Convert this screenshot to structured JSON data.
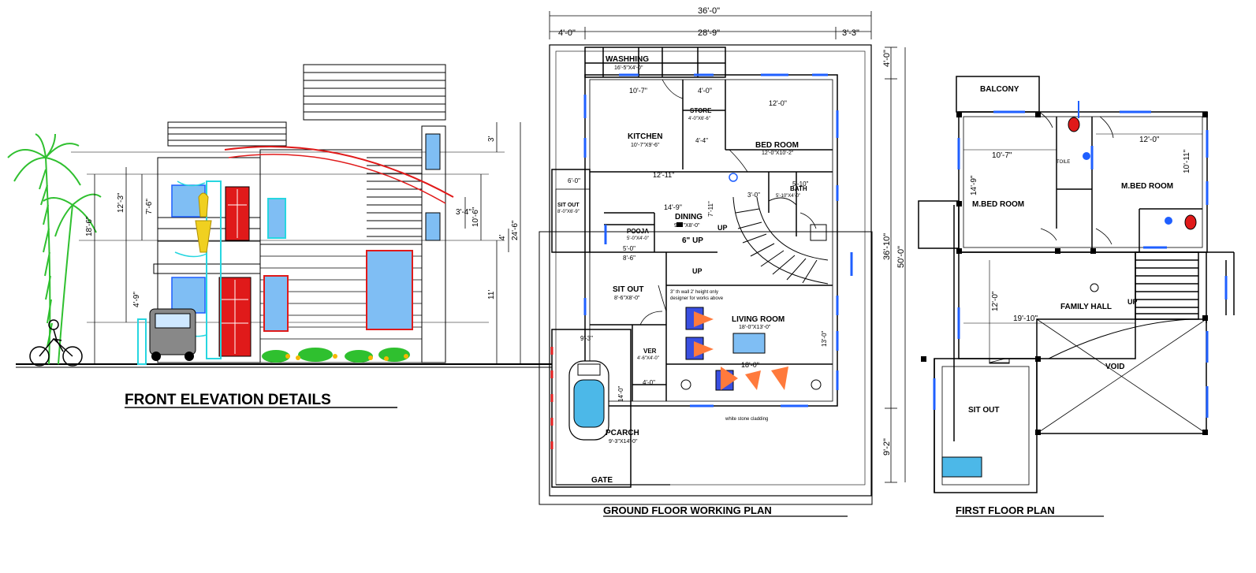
{
  "titles": {
    "elevation": "FRONT ELEVATION DETAILS",
    "ground": "GROUND FLOOR WORKING  PLAN",
    "first": "FIRST FLOOR   PLAN"
  },
  "elevation": {
    "dims": [
      "3'",
      "7'-6\"",
      "12'-3\"",
      "18'-6\"",
      "4'-9\"",
      "3'-4\"",
      "10'-6\"",
      "11'",
      "24'-6\"",
      "4'"
    ]
  },
  "ground": {
    "top_dims": [
      "36'-0\"",
      "4'-0\"",
      "28'-9\"",
      "3'-3\""
    ],
    "side_dims": [
      "4'-0\"",
      "36'-10\"",
      "50'-0\"",
      "9'-2\""
    ],
    "rooms": [
      {
        "name": "WASHHING",
        "size": "16'-5\"X4'-0\""
      },
      {
        "name": "KITCHEN",
        "size": "10'-7\"X9'-6\""
      },
      {
        "name": "STORE",
        "size": "4'-0\"X6'-6\""
      },
      {
        "name": "BED ROOM",
        "size": "12'-0\"X10'-2\""
      },
      {
        "name": "BATH",
        "size": "5'-10\"X4'-0\""
      },
      {
        "name": "SIT OUT",
        "size": "8'-0\"X6'-9\""
      },
      {
        "name": "POOJA",
        "size": "5'-0\"X4'-0\""
      },
      {
        "name": "DINING",
        "size": "9'-5\"X8'-0\""
      },
      {
        "name": "SIT OUT",
        "size": "8'-6\"X8'-0\""
      },
      {
        "name": "LIVING ROOM",
        "size": "18'-0\"X13'-0\""
      },
      {
        "name": "VER",
        "size": "4'-6\"X4'-0\""
      },
      {
        "name": "PCARCH",
        "size": "9'-3\"X14'-0\""
      }
    ],
    "labels": {
      "gate": "GATE",
      "up1": "6\" UP",
      "up2": "UP",
      "up3": "UP",
      "note": "3\" th wall 2' height only",
      "note2": "designer for works above",
      "stone": "white stone cladding"
    },
    "inner_dims": [
      "10'-7\"",
      "4'-0\"",
      "12'-0\"",
      "12'-11\"",
      "14'-9\"",
      "5'-0\"",
      "8'-6\"",
      "9'-3\"",
      "18'-0\"",
      "14'-0\"",
      "4'-0\"",
      "13'-0\"",
      "5'-10\"",
      "3'-0\"",
      "7'-11\"",
      "4'-4\"",
      "6'-0\""
    ]
  },
  "first": {
    "rooms": [
      "BALCONY",
      "M.BED ROOM",
      "M.BED ROOM",
      "FAMILY HALL",
      "VOID",
      "SIT OUT"
    ],
    "dims": [
      "10'-7\"",
      "12'-0\"",
      "14'-9\"",
      "10'-11\"",
      "12'-0\"",
      "19'-10\""
    ],
    "up": "UP",
    "toilet": "TOILE"
  },
  "colors": {
    "line": "#000000",
    "window": "#1f5fff",
    "glass": "#7fbef4",
    "red": "#e01a1a",
    "palm": "#2fc02f",
    "cyan": "#27d6e0"
  }
}
